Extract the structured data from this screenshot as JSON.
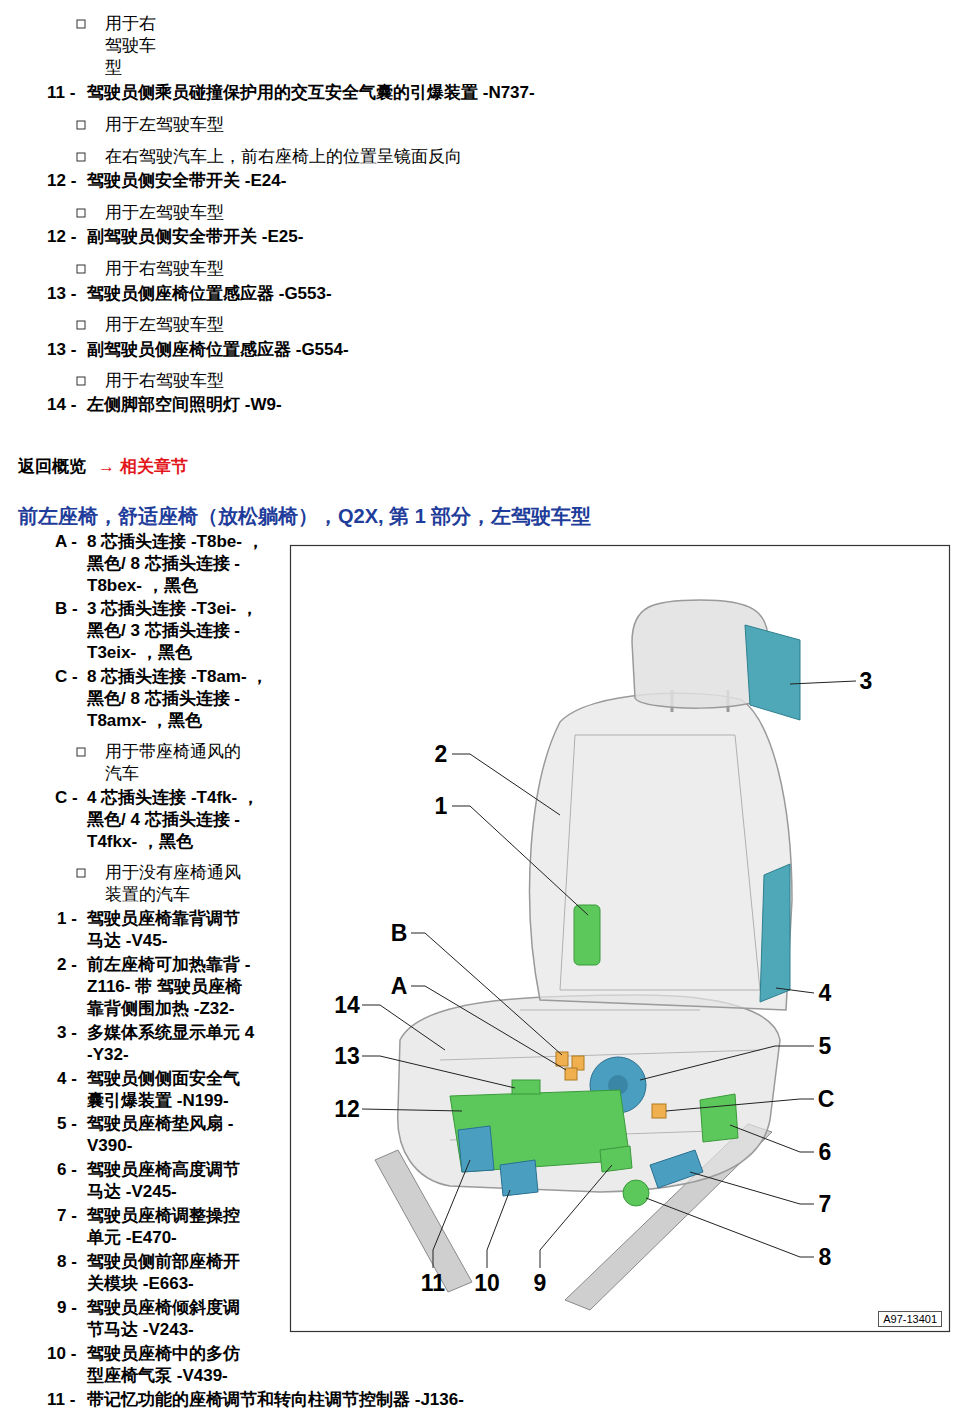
{
  "diagram": {
    "title": "前左座椅，舒适座椅（放松躺椅），Q2X, 第 1 部分，左驾驶车型",
    "nodes": [
      {
        "text": [
          "A97-13401"
        ]
      }
    ],
    "labels": [
      "用于右驾驶车型",
      "11 -",
      "驾驶员侧乘员碰撞保护用的交互安全气囊的引爆装置 -N737-",
      "用于左驾驶车型",
      "在右驾驶汽车上，前右座椅上的位置呈镜面反向",
      "12 -",
      "驾驶员侧安全带开关 -E24-",
      "用于左驾驶车型",
      "12 -",
      "副驾驶员侧安全带开关 -E25-",
      "用于右驾驶车型",
      "13 -",
      "驾驶员侧座椅位置感应器 -G553-",
      "用于左驾驶车型",
      "13 -",
      "副驾驶员侧座椅位置感应器 -G554-",
      "用于右驾驶车型",
      "14 -",
      "左侧脚部空间照明灯 -W9-",
      "返回概览",
      "→ 相关章节",
      "A -",
      "8 芯插头连接 -T8be- ，黑色/ 8 芯插头连接 -T8bex- ，黑色",
      "B -",
      "3 芯插头连接 -T3ei- ，黑色/ 3 芯插头连接 -T3eix- ，黑色",
      "C -",
      "8 芯插头连接 -T8am- ，黑色/ 8 芯插头连接 -T8amx- ，黑色",
      "用于带座椅通风的汽车",
      "C -",
      "4 芯插头连接 -T4fk- ，黑色/ 4 芯插头连接 -T4fkx- ，黑色",
      "用于没有座椅通风装置的汽车",
      "1 -",
      "驾驶员座椅靠背调节马达 -V45-",
      "2 -",
      "前左座椅可加热靠背 -Z116- 带 驾驶员座椅靠背侧围加热 -Z32-",
      "3 -",
      "多媒体系统显示单元 4 -Y32-",
      "4 -",
      "驾驶员侧侧面安全气囊引爆装置 -N199-",
      "5 -",
      "驾驶员座椅垫风扇 -V390-",
      "6 -",
      "驾驶员座椅高度调节马达 -V245-",
      "7 -",
      "驾驶员座椅调整操控单元 -E470-",
      "8 -",
      "驾驶员侧前部座椅开关模块 -E663-",
      "9 -",
      "驾驶员座椅倾斜度调节马达 -V243-",
      "10 -",
      "驾驶员座椅中的多仿型座椅气泵 -V439-",
      "11 -",
      "带记忆功能的座椅调节和转向柱调节控制器 -J136-",
      "3",
      "2",
      "1",
      "4",
      "B",
      "14",
      "A",
      "5",
      "13",
      "C",
      "12",
      "6",
      "7",
      "8",
      "11",
      "10",
      "9"
    ]
  }
}
